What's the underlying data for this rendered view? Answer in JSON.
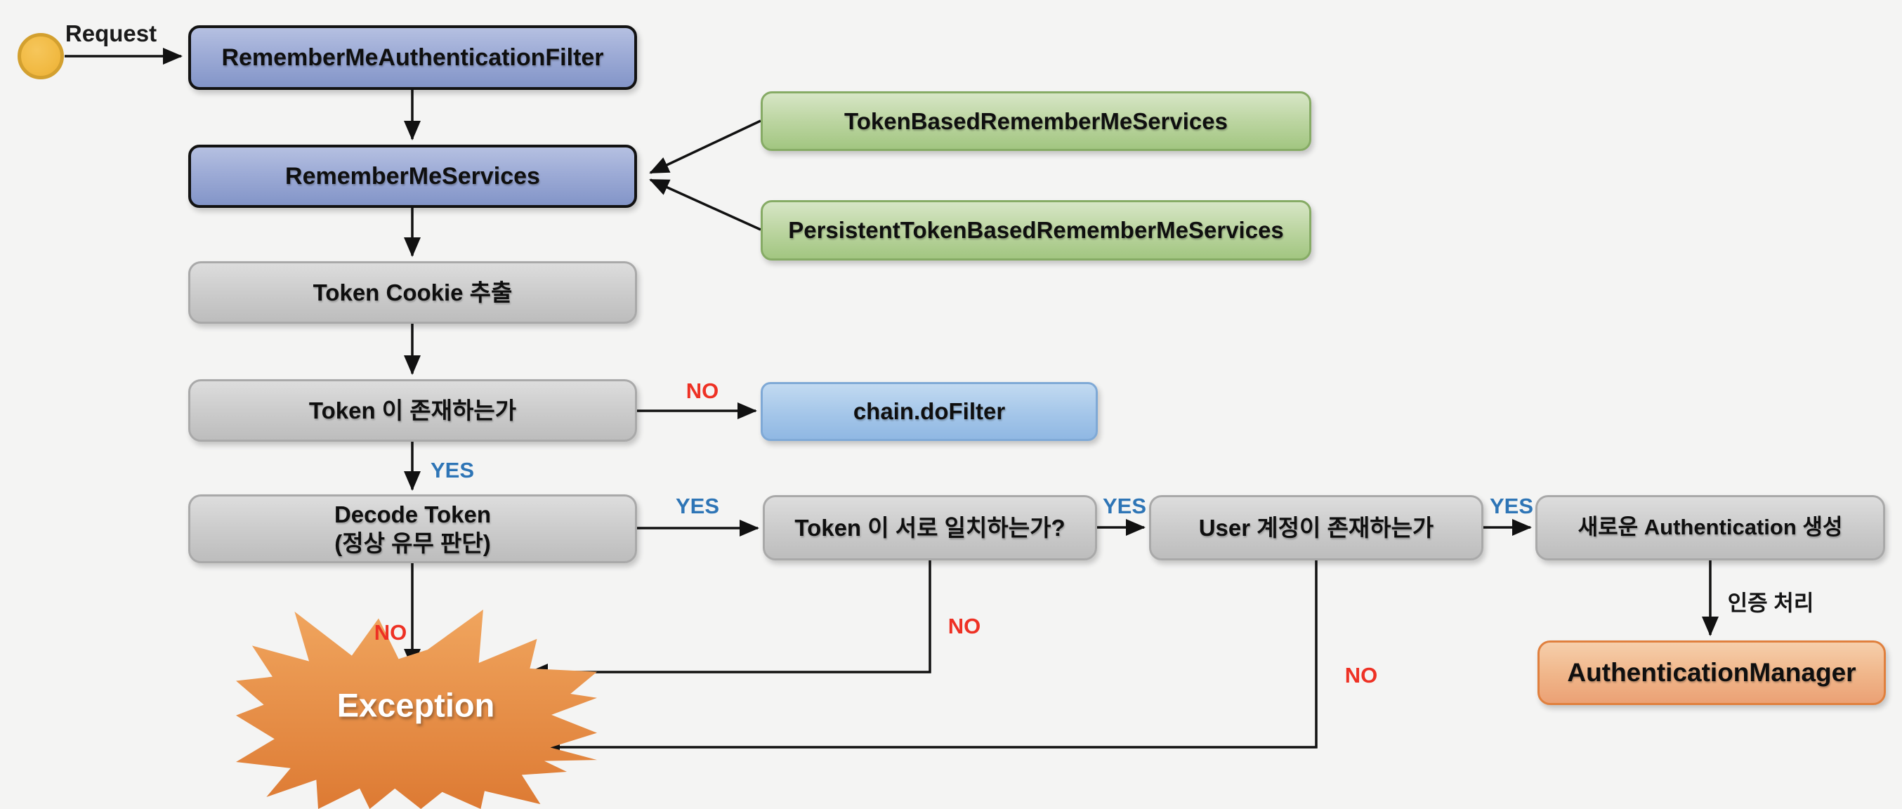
{
  "diagram_title": "RememberMe authentication flow",
  "nodes": {
    "start": {
      "type": "start-circle"
    },
    "rmaf": {
      "label": "RememberMeAuthenticationFilter"
    },
    "rms": {
      "label": "RememberMeServices"
    },
    "token_based": {
      "label": "TokenBasedRememberMeServices"
    },
    "persistent_token_based": {
      "label": "PersistentTokenBasedRememberMeServices"
    },
    "token_cookie": {
      "label": "Token Cookie 추출"
    },
    "token_exists": {
      "label": "Token 이 존재하는가"
    },
    "chain_do_filter": {
      "label": "chain.doFilter"
    },
    "decode_token": {
      "label_line1": "Decode Token",
      "label_line2": "(정상 유무 판단)"
    },
    "token_match": {
      "label": "Token 이 서로 일치하는가?"
    },
    "user_exists": {
      "label": "User 계정이 존재하는가"
    },
    "new_auth": {
      "label": "새로운 Authentication 생성"
    },
    "auth_manager": {
      "label": "AuthenticationManager"
    },
    "exception": {
      "label": "Exception"
    }
  },
  "edge_labels": {
    "request": "Request",
    "token_exists_no": "NO",
    "token_exists_yes": "YES",
    "decode_yes": "YES",
    "decode_no": "NO",
    "match_yes": "YES",
    "match_no": "NO",
    "user_yes": "YES",
    "user_no": "NO",
    "auth_process": "인증 처리"
  },
  "colors": {
    "background": "#f4f4f3",
    "filter_box_fill": "#98a7d4",
    "filter_box_border": "#121212",
    "services_impl_fill": "#bcd5a1",
    "services_impl_border": "#86ab65",
    "process_box_fill": "#cccccc",
    "process_box_border": "#a9a9a9",
    "chain_box_fill": "#a4c6e9",
    "chain_box_border": "#7fa9d6",
    "auth_manager_fill": "#f0b589",
    "auth_manager_border": "#e0803e",
    "start_circle_fill": "#f1ba43",
    "start_circle_border": "#d3a02f",
    "exception_fill_top": "#f0a55e",
    "exception_fill_bottom": "#dd7a33",
    "yes_label": "#2e75b6",
    "no_label": "#ee3124",
    "connector": "#111111"
  }
}
